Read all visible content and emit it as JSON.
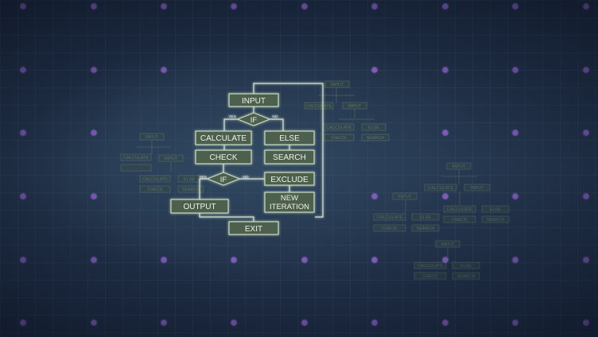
{
  "main_flowchart": {
    "input": "INPUT",
    "if_top": "IF",
    "yes_top": "YES",
    "no_top": "NO",
    "calculate": "CALCULATE",
    "else": "ELSE",
    "check": "CHECK",
    "search": "SEARCH",
    "if_mid": "IF",
    "yes_mid": "YES",
    "no_mid": "NO",
    "exclude": "EXCLUDE",
    "output": "OUTPUT",
    "new_iteration_line1": "NEW",
    "new_iteration_line2": "ITERATION",
    "exit": "EXIT"
  },
  "ghost_flowcharts": {
    "right_top": {
      "input": "INPUT",
      "calculate": "CALCULATE",
      "input2": "INPUT",
      "calculate2": "CALCULATE",
      "else": "ELSE",
      "check": "CHECK",
      "search": "SEARCH"
    },
    "left": {
      "input": "INPUT",
      "calculate": "CALCULATE",
      "input2": "INPUT",
      "calculate2": "CALCULATE",
      "else": "ELSE",
      "check": "CHECK",
      "search": "SEARCH"
    },
    "right_bottom": {
      "input": "INPUT",
      "input2": "INPUT",
      "calculate": "CALCULATE",
      "input3": "INPUT",
      "calculate2": "CALCULATE",
      "else": "ELSE",
      "check": "CHECK",
      "search": "SEARCH",
      "calculate3": "CALCULATE",
      "else2": "ELSE",
      "check2": "CHECK",
      "search2": "SEARCH",
      "input4": "INPUT",
      "calculate4": "CALCULATE",
      "else3": "ELSE",
      "check3": "CHECK",
      "search3": "SEARCH"
    }
  },
  "colors": {
    "background": "#1f2f45",
    "box_fill": "#4d5e4d",
    "box_stroke": "#c9dcc2",
    "line": "#d7e4d2",
    "text": "#eef4ea",
    "dot": "#8d63c9",
    "ghost": "#7a9372"
  }
}
